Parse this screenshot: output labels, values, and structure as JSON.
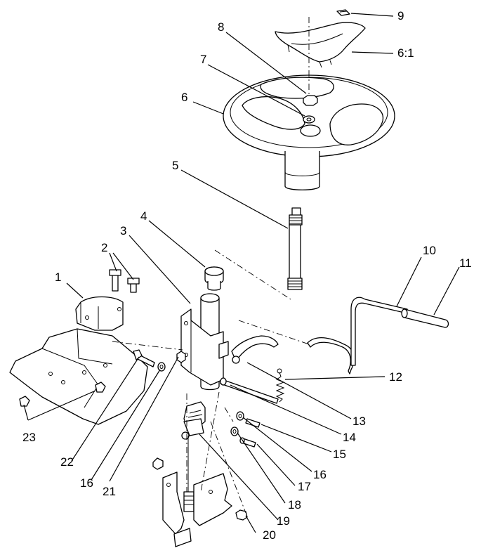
{
  "diagram": {
    "callouts": [
      {
        "id": "c1",
        "label": "1"
      },
      {
        "id": "c2",
        "label": "2"
      },
      {
        "id": "c3",
        "label": "3"
      },
      {
        "id": "c4",
        "label": "4"
      },
      {
        "id": "c5",
        "label": "5"
      },
      {
        "id": "c6",
        "label": "6"
      },
      {
        "id": "c6_1",
        "label": "6:1"
      },
      {
        "id": "c7",
        "label": "7"
      },
      {
        "id": "c8",
        "label": "8"
      },
      {
        "id": "c9",
        "label": "9"
      },
      {
        "id": "c10",
        "label": "10"
      },
      {
        "id": "c11",
        "label": "11"
      },
      {
        "id": "c12",
        "label": "12"
      },
      {
        "id": "c13",
        "label": "13"
      },
      {
        "id": "c14",
        "label": "14"
      },
      {
        "id": "c15",
        "label": "15"
      },
      {
        "id": "c16a",
        "label": "16"
      },
      {
        "id": "c16b",
        "label": "16"
      },
      {
        "id": "c17",
        "label": "17"
      },
      {
        "id": "c18",
        "label": "18"
      },
      {
        "id": "c19",
        "label": "19"
      },
      {
        "id": "c20",
        "label": "20"
      },
      {
        "id": "c21",
        "label": "21"
      },
      {
        "id": "c22",
        "label": "22"
      },
      {
        "id": "c23",
        "label": "23"
      }
    ]
  }
}
